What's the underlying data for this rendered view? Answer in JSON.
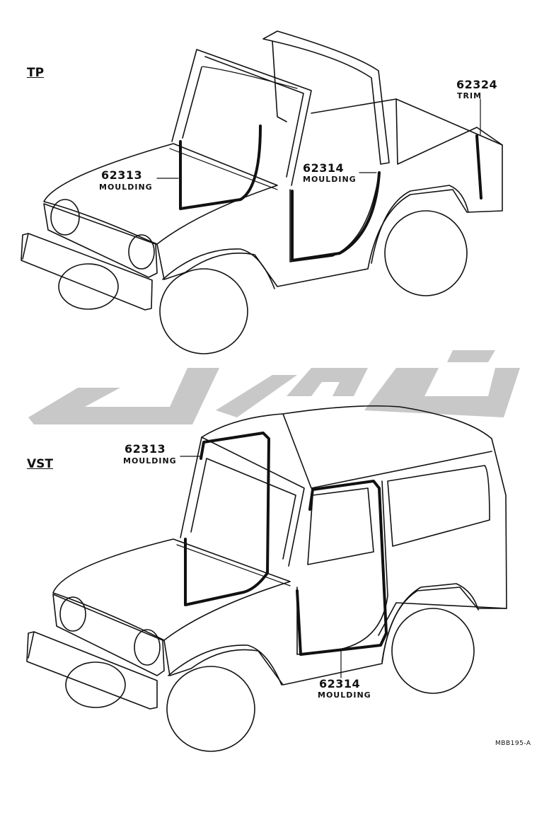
{
  "sections": {
    "top": "TP",
    "bottom": "VST"
  },
  "tp_callouts": {
    "c1": {
      "part_no": "62313",
      "part_name": "MOULDING"
    },
    "c2": {
      "part_no": "62314",
      "part_name": "MOULDING"
    },
    "c3": {
      "part_no": "62324",
      "part_name": "TRIM"
    }
  },
  "vst_callouts": {
    "c1": {
      "part_no": "62313",
      "part_name": "MOULDING"
    },
    "c2": {
      "part_no": "62314",
      "part_name": "MOULDING"
    }
  },
  "drawing_code": "MBB195-A",
  "colors": {
    "line": "#111111",
    "watermark": "#c8c8c8"
  }
}
